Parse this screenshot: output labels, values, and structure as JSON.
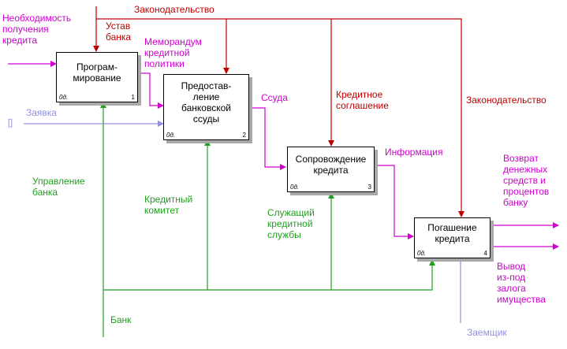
{
  "colors": {
    "control": "#c00000",
    "input_output": "#d000d0",
    "mechanism": "#20a020",
    "tunnel_input": "#9090e0",
    "box_border": "#000000"
  },
  "boxes": [
    {
      "title": "Програм-\nмирование",
      "num": "1",
      "corner": "0д."
    },
    {
      "title": "Предостав-\nление\nбанковской\nссуды",
      "num": "2",
      "corner": "0д."
    },
    {
      "title": "Сопровождение\nкредита",
      "num": "3",
      "corner": "0д."
    },
    {
      "title": "Погашение\nкредита",
      "num": "4",
      "corner": "0д."
    }
  ],
  "arrows": {
    "need_credit": "Необходимость\nполучения\nкредита",
    "bank_charter": "Устав\nбанка",
    "legislation_top": "Законодательство",
    "credit_policy": "Меморандум\nкредитной\nполитики",
    "application": "Заявка",
    "loan": "Ссуда",
    "credit_agreement": "Кредитное\nсоглашение",
    "legislation_right": "Законодательство",
    "information": "Информация",
    "bank_management": "Управление\nбанка",
    "credit_committee": "Кредитный\nкомитет",
    "credit_staff": "Служащий\nкредитной\nслужбы",
    "bank": "Банк",
    "borrower": "Заемщик",
    "repayment": "Возврат\nденежных\nсредств и\nпроцентов\nбанку",
    "collateral_release": "Вывод\nиз-под\nзалога\nимущества",
    "tunnel_mark": "[]"
  }
}
